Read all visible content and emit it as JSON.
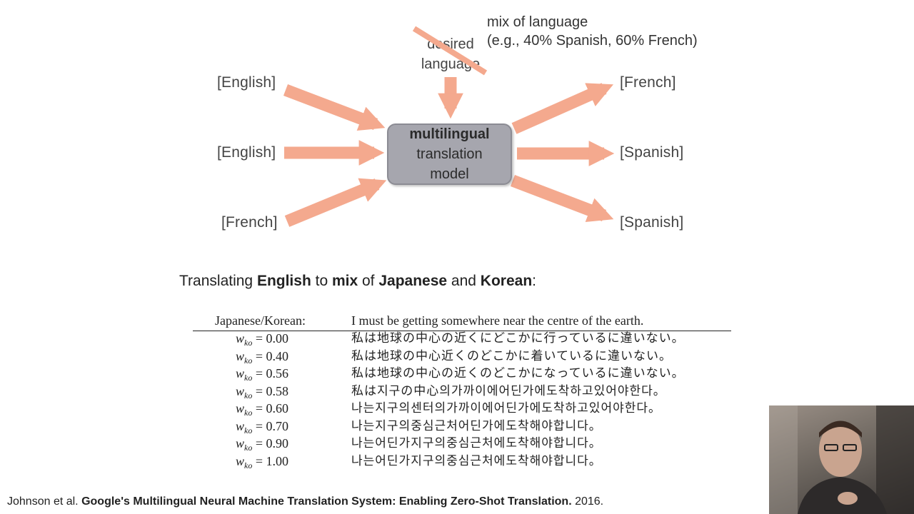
{
  "diagram": {
    "inputs": [
      "[English]",
      "[English]",
      "[French]"
    ],
    "outputs": [
      "[French]",
      "[Spanish]",
      "[Spanish]"
    ],
    "model": {
      "line1": "multilingual",
      "line2": "translation",
      "line3": "model"
    },
    "control": {
      "line1": "desired",
      "line2": "language"
    },
    "mix_note": {
      "line1": "mix of language",
      "line2": "(e.g., 40% Spanish, 60% French)"
    },
    "colors": {
      "arrow": "#f4a98e",
      "model_fill": "#a6a6ae",
      "strike": "#f4a98e"
    }
  },
  "heading": {
    "p1": "Translating ",
    "b1": "English",
    "p2": " to ",
    "b2": "mix",
    "p3": " of ",
    "b3": "Japanese",
    "p4": " and ",
    "b4": "Korean",
    "p5": ":"
  },
  "table": {
    "header_left": "Japanese/Korean:",
    "header_right": "I must be getting somewhere near the centre of the earth.",
    "weight_symbol": "w",
    "weight_sub": "ko",
    "rows": [
      {
        "w": "= 0.00",
        "text": "私は地球の中心の近くにどこかに行っているに違いない。"
      },
      {
        "w": "= 0.40",
        "text": "私は地球の中心近くのどこかに着いているに違いない。"
      },
      {
        "w": "= 0.56",
        "text": "私は地球の中心の近くのどこかになっているに違いない。"
      },
      {
        "w": "= 0.58",
        "text": "私は지구の中心의가까이에어딘가에도착하고있어야한다。"
      },
      {
        "w": "= 0.60",
        "text": "나는지구의센터의가까이에어딘가에도착하고있어야한다。"
      },
      {
        "w": "= 0.70",
        "text": "나는지구의중심근처어딘가에도착해야합니다。"
      },
      {
        "w": "= 0.90",
        "text": "나는어딘가지구의중심근처에도착해야합니다。"
      },
      {
        "w": "= 1.00",
        "text": "나는어딘가지구의중심근처에도착해야합니다。"
      }
    ]
  },
  "citation": {
    "authors": "Johnson et al. ",
    "title": "Google's Multilingual Neural Machine Translation System: Enabling Zero-Shot Translation.",
    "year": " 2016."
  },
  "webcam": {
    "icon": "presenter-video-icon"
  }
}
